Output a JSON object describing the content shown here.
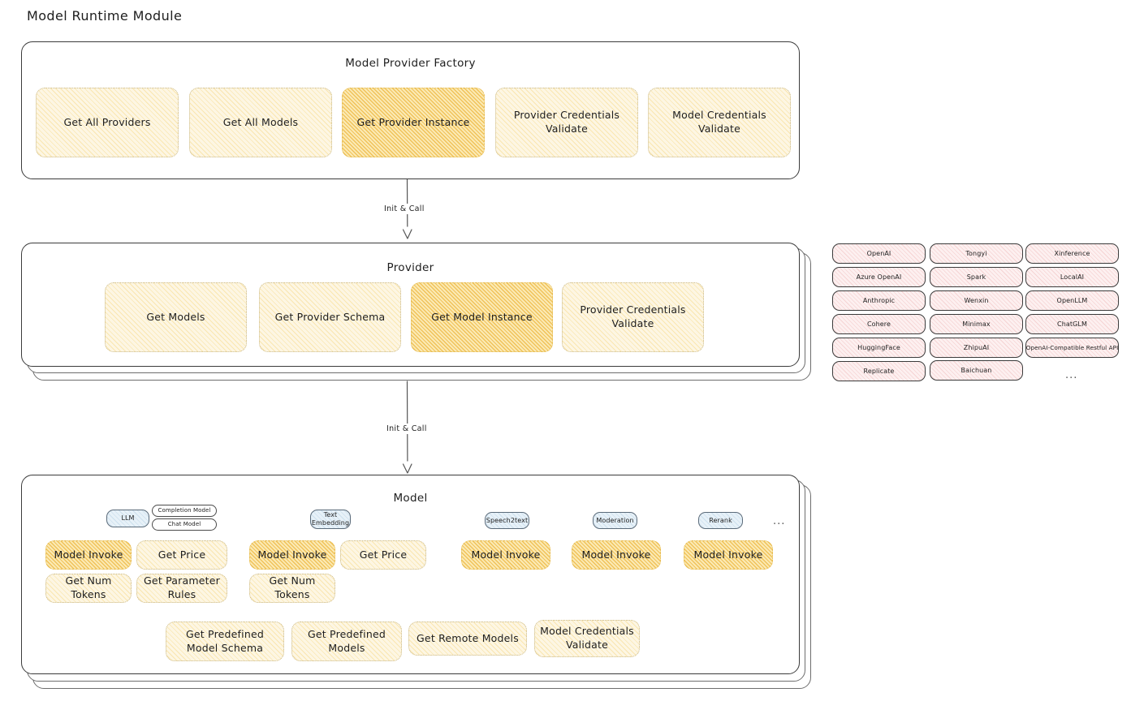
{
  "page": {
    "title": "Model Runtime Module"
  },
  "factory": {
    "title": "Model Provider Factory",
    "nodes": [
      {
        "label": "Get All Providers",
        "highlight": false
      },
      {
        "label": "Get All Models",
        "highlight": false
      },
      {
        "label": "Get Provider Instance",
        "highlight": true
      },
      {
        "label": "Provider Credentials Validate",
        "highlight": false
      },
      {
        "label": "Model Credentials Validate",
        "highlight": false
      }
    ]
  },
  "arrows": [
    {
      "label": "Init & Call"
    },
    {
      "label": "Init & Call"
    }
  ],
  "provider": {
    "title": "Provider",
    "nodes": [
      {
        "label": "Get Models",
        "highlight": false
      },
      {
        "label": "Get Provider Schema",
        "highlight": false
      },
      {
        "label": "Get Model Instance",
        "highlight": true
      },
      {
        "label": "Provider Credentials Validate",
        "highlight": false
      }
    ]
  },
  "provider_list": {
    "columns": [
      [
        "OpenAI",
        "Azure OpenAI",
        "Anthropic",
        "Cohere",
        "HuggingFace",
        "Replicate"
      ],
      [
        "Tongyi",
        "Spark",
        "Wenxin",
        "Minimax",
        "ZhipuAI",
        "Baichuan"
      ],
      [
        "Xinference",
        "LocalAI",
        "OpenLLM",
        "ChatGLM",
        "OpenAI-Compatible Restful API"
      ]
    ],
    "more": "..."
  },
  "model": {
    "title": "Model",
    "more": "...",
    "types": [
      {
        "badge": "LLM",
        "sub_badges": [
          "Completion Model",
          "Chat Model"
        ],
        "methods": [
          "Model Invoke",
          "Get Price",
          "Get Num Tokens",
          "Get Parameter Rules"
        ],
        "highlight_first": true
      },
      {
        "badge": "Text Embedding",
        "sub_badges": [],
        "methods": [
          "Model Invoke",
          "Get Price",
          "Get Num Tokens"
        ],
        "highlight_first": true
      },
      {
        "badge": "Speech2text",
        "sub_badges": [],
        "methods": [
          "Model Invoke"
        ],
        "highlight_first": true
      },
      {
        "badge": "Moderation",
        "sub_badges": [],
        "methods": [
          "Model Invoke"
        ],
        "highlight_first": true
      },
      {
        "badge": "Rerank",
        "sub_badges": [],
        "methods": [
          "Model Invoke"
        ],
        "highlight_first": true
      }
    ],
    "shared_methods": [
      "Get Predefined Model Schema",
      "Get Predefined Models",
      "Get Remote Models",
      "Model Credentials Validate"
    ]
  },
  "colors": {
    "node_fill": "#fdf6e3",
    "node_highlight_fill": "#fbeab4",
    "badge_fill": "#e7f1f8",
    "chip_fill": "#fdf0f0",
    "stroke": "#1e1e1e"
  }
}
